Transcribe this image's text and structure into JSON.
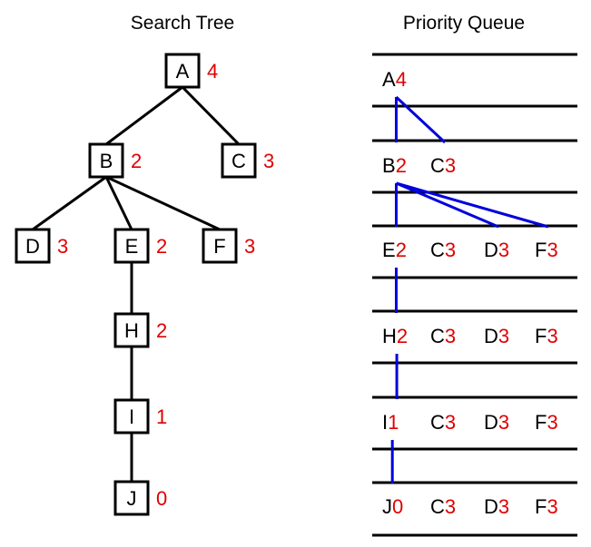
{
  "titles": {
    "tree": "Search Tree",
    "queue": "Priority Queue"
  },
  "colors": {
    "heuristic": "#e00000",
    "queue_link": "#0000dd",
    "line": "#000000"
  },
  "tree": {
    "nodes": [
      {
        "id": "A",
        "label": "A",
        "h": "4"
      },
      {
        "id": "B",
        "label": "B",
        "h": "2"
      },
      {
        "id": "C",
        "label": "C",
        "h": "3"
      },
      {
        "id": "D",
        "label": "D",
        "h": "3"
      },
      {
        "id": "E",
        "label": "E",
        "h": "2"
      },
      {
        "id": "F",
        "label": "F",
        "h": "3"
      },
      {
        "id": "H",
        "label": "H",
        "h": "2"
      },
      {
        "id": "I",
        "label": "I",
        "h": "1"
      },
      {
        "id": "J",
        "label": "J",
        "h": "0"
      }
    ],
    "edges": [
      [
        "A",
        "B"
      ],
      [
        "A",
        "C"
      ],
      [
        "B",
        "D"
      ],
      [
        "B",
        "E"
      ],
      [
        "B",
        "F"
      ],
      [
        "E",
        "H"
      ],
      [
        "H",
        "I"
      ],
      [
        "I",
        "J"
      ]
    ]
  },
  "queue": {
    "rows": [
      [
        {
          "letter": "A",
          "num": "4"
        }
      ],
      [
        {
          "letter": "B",
          "num": "2"
        },
        {
          "letter": "C",
          "num": "3"
        }
      ],
      [
        {
          "letter": "E",
          "num": "2"
        },
        {
          "letter": "C",
          "num": "3"
        },
        {
          "letter": "D",
          "num": "3"
        },
        {
          "letter": "F",
          "num": "3"
        }
      ],
      [
        {
          "letter": "H",
          "num": "2"
        },
        {
          "letter": "C",
          "num": "3"
        },
        {
          "letter": "D",
          "num": "3"
        },
        {
          "letter": "F",
          "num": "3"
        }
      ],
      [
        {
          "letter": "I",
          "num": "1"
        },
        {
          "letter": "C",
          "num": "3"
        },
        {
          "letter": "D",
          "num": "3"
        },
        {
          "letter": "F",
          "num": "3"
        }
      ],
      [
        {
          "letter": "J",
          "num": "0"
        },
        {
          "letter": "C",
          "num": "3"
        },
        {
          "letter": "D",
          "num": "3"
        },
        {
          "letter": "F",
          "num": "3"
        }
      ]
    ],
    "links": [
      {
        "from_row": 0,
        "to_row": 1,
        "to_items": [
          0,
          1
        ]
      },
      {
        "from_row": 1,
        "to_row": 2,
        "to_items": [
          0,
          2,
          3
        ]
      },
      {
        "from_row": 2,
        "to_row": 3,
        "to_items": [
          0
        ]
      },
      {
        "from_row": 3,
        "to_row": 4,
        "to_items": [
          0
        ]
      },
      {
        "from_row": 4,
        "to_row": 5,
        "to_items": [
          0
        ]
      }
    ]
  }
}
